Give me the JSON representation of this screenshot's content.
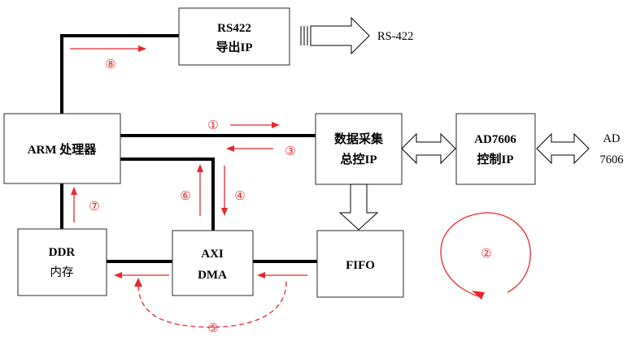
{
  "blocks": {
    "rs422": {
      "line1": "RS422",
      "line2": "导出IP"
    },
    "arm": {
      "line1": "ARM 处理器"
    },
    "acq": {
      "line1": "数据采集",
      "line2": "总控IP"
    },
    "ad7606": {
      "line1": "AD7606",
      "line2": "控制IP"
    },
    "ddr": {
      "line1": "DDR",
      "line2": "内存"
    },
    "dma": {
      "line1": "AXI",
      "line2": "DMA"
    },
    "fifo": {
      "line1": "FIFO"
    }
  },
  "external": {
    "rs422_out": "RS-422",
    "ad_line1": "AD",
    "ad_line2": "7606"
  },
  "steps": {
    "s1": "①",
    "s2": "②",
    "s3": "③",
    "s4": "④",
    "s5": "⑤",
    "s6": "⑥",
    "s7": "⑦",
    "s8": "⑧"
  },
  "colors": {
    "flow_arrow": "#e8262b",
    "bus": "#000000"
  }
}
